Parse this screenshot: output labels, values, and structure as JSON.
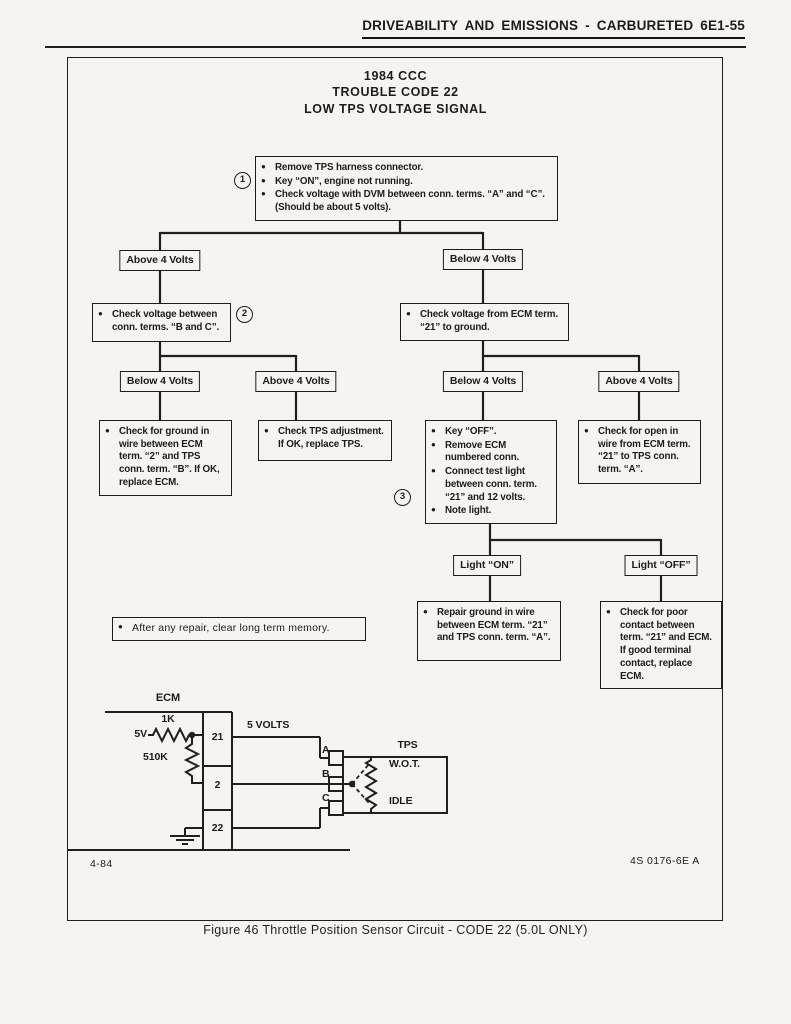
{
  "page": {
    "header": "DRIVEABILITY AND EMISSIONS - CARBURETED 6E1-55",
    "caption": "Figure 46 Throttle Position Sensor Circuit - CODE 22 (5.0L ONLY)",
    "footer_left": "4-84",
    "footer_right": "4S 0176-6E A"
  },
  "title": {
    "line1": "1984 CCC",
    "line2": "TROUBLE CODE 22",
    "line3": "LOW TPS VOLTAGE SIGNAL"
  },
  "flowchart": {
    "step1": {
      "number": "1",
      "bullets": [
        "Remove TPS harness connector.",
        "Key “ON”, engine not running.",
        "Check voltage with DVM between conn. terms. “A” and “C”. (Should be about 5 volts)."
      ]
    },
    "step2": {
      "number": "2",
      "bullets": [
        "Check voltage between conn. terms. “B and C”."
      ]
    },
    "step3": {
      "number": "3",
      "bullets": [
        "Key “OFF”.",
        "Remove ECM numbered conn.",
        "Connect test light between conn. term. “21” and 12 volts.",
        "Note light."
      ]
    },
    "check_ecm_21_ground": {
      "bullets": [
        "Check voltage from ECM term. “21” to ground."
      ]
    },
    "ground_wire_ecm": {
      "bullets": [
        "Check for ground in wire between ECM term. “2” and TPS conn. term. “B”. If OK, replace ECM."
      ]
    },
    "tps_adjustment": {
      "bullets": [
        "Check TPS adjustment. If OK, replace TPS."
      ]
    },
    "open_wire": {
      "bullets": [
        "Check for open in wire from ECM term. “21” to TPS conn. term. “A”."
      ]
    },
    "repair_ground": {
      "bullets": [
        "Repair ground in wire between ECM term. “21” and TPS conn. term. “A”."
      ]
    },
    "poor_contact": {
      "bullets": [
        "Check for poor contact between term. “21” and ECM. If good terminal contact, replace ECM."
      ]
    },
    "note": "After any repair, clear long term memory.",
    "decisions": {
      "d1_left": "Above 4 Volts",
      "d1_right": "Below 4 Volts",
      "d2_left": "Below 4 Volts",
      "d2_right": "Above 4 Volts",
      "d3_left": "Below 4 Volts",
      "d3_right": "Above 4 Volts",
      "light_on": "Light “ON”",
      "light_off": "Light “OFF”"
    }
  },
  "circuit": {
    "ecm": "ECM",
    "resistor1": "1K",
    "supply": "5V",
    "resistor2": "510K",
    "term_21": "21",
    "term_2": "2",
    "term_22": "22",
    "wire_label": "5 VOLTS",
    "tps": "TPS",
    "wot": "W.O.T.",
    "idle": "IDLE",
    "pin_a": "A",
    "pin_b": "B",
    "pin_c": "C"
  },
  "colors": {
    "ink": "#1c1c1c",
    "paper": "#f5f4f1"
  }
}
